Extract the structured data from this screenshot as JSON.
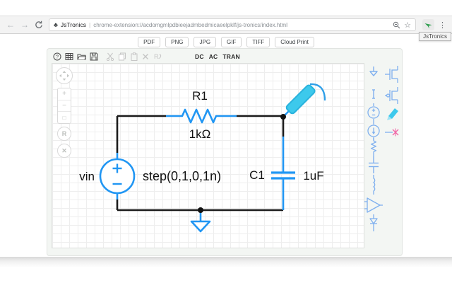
{
  "browser": {
    "back_glyph": "←",
    "forward_glyph": "→",
    "favicon_glyph": "♣",
    "page_title": "JsTronics",
    "url_separator": "|",
    "url": "chrome-extension://acdomgmlpdbieejadmbedmicaeelpklf/js-tronics/index.html",
    "menu_glyph": "⋮",
    "star_glyph": "☆",
    "extension_tooltip": "JsTronics"
  },
  "export_buttons": [
    "PDF",
    "PNG",
    "JPG",
    "GIF",
    "TIFF",
    "Cloud Print"
  ],
  "app_toolbar": {
    "analysis": [
      "DC",
      "AC",
      "TRAN"
    ],
    "icons": [
      "help",
      "grid",
      "open",
      "save",
      "cut",
      "copy",
      "paste",
      "delete",
      "rotate"
    ]
  },
  "canvas_tools": {
    "zoom_in": "+",
    "zoom_out": "−",
    "fit": "□",
    "rotate": "R",
    "delete": "✕"
  },
  "circuit": {
    "source": {
      "name": "vin",
      "value": "step(0,1,0,1n)",
      "type": "voltage-source"
    },
    "resistor": {
      "name": "R1",
      "value": "1kΩ",
      "type": "resistor"
    },
    "capacitor": {
      "name": "C1",
      "value": "1uF",
      "type": "capacitor"
    },
    "switch": {
      "type": "switch",
      "state": "selected"
    }
  },
  "palette": {
    "left_column": [
      "ground",
      "wire",
      "voltage-source",
      "current-source",
      "resistor",
      "capacitor",
      "inductor",
      "op-amp",
      "diode"
    ],
    "right_column": [
      "nmos",
      "pmos",
      "pencil",
      "probe"
    ]
  },
  "colors": {
    "wire_blue": "#2196f3",
    "wire_black": "#1b1b1b",
    "switch_cyan": "#3dc9ec",
    "switch_border": "#28b2dd",
    "palette_blue": "#7fb0ef",
    "probe_pink": "#f06ba8"
  }
}
